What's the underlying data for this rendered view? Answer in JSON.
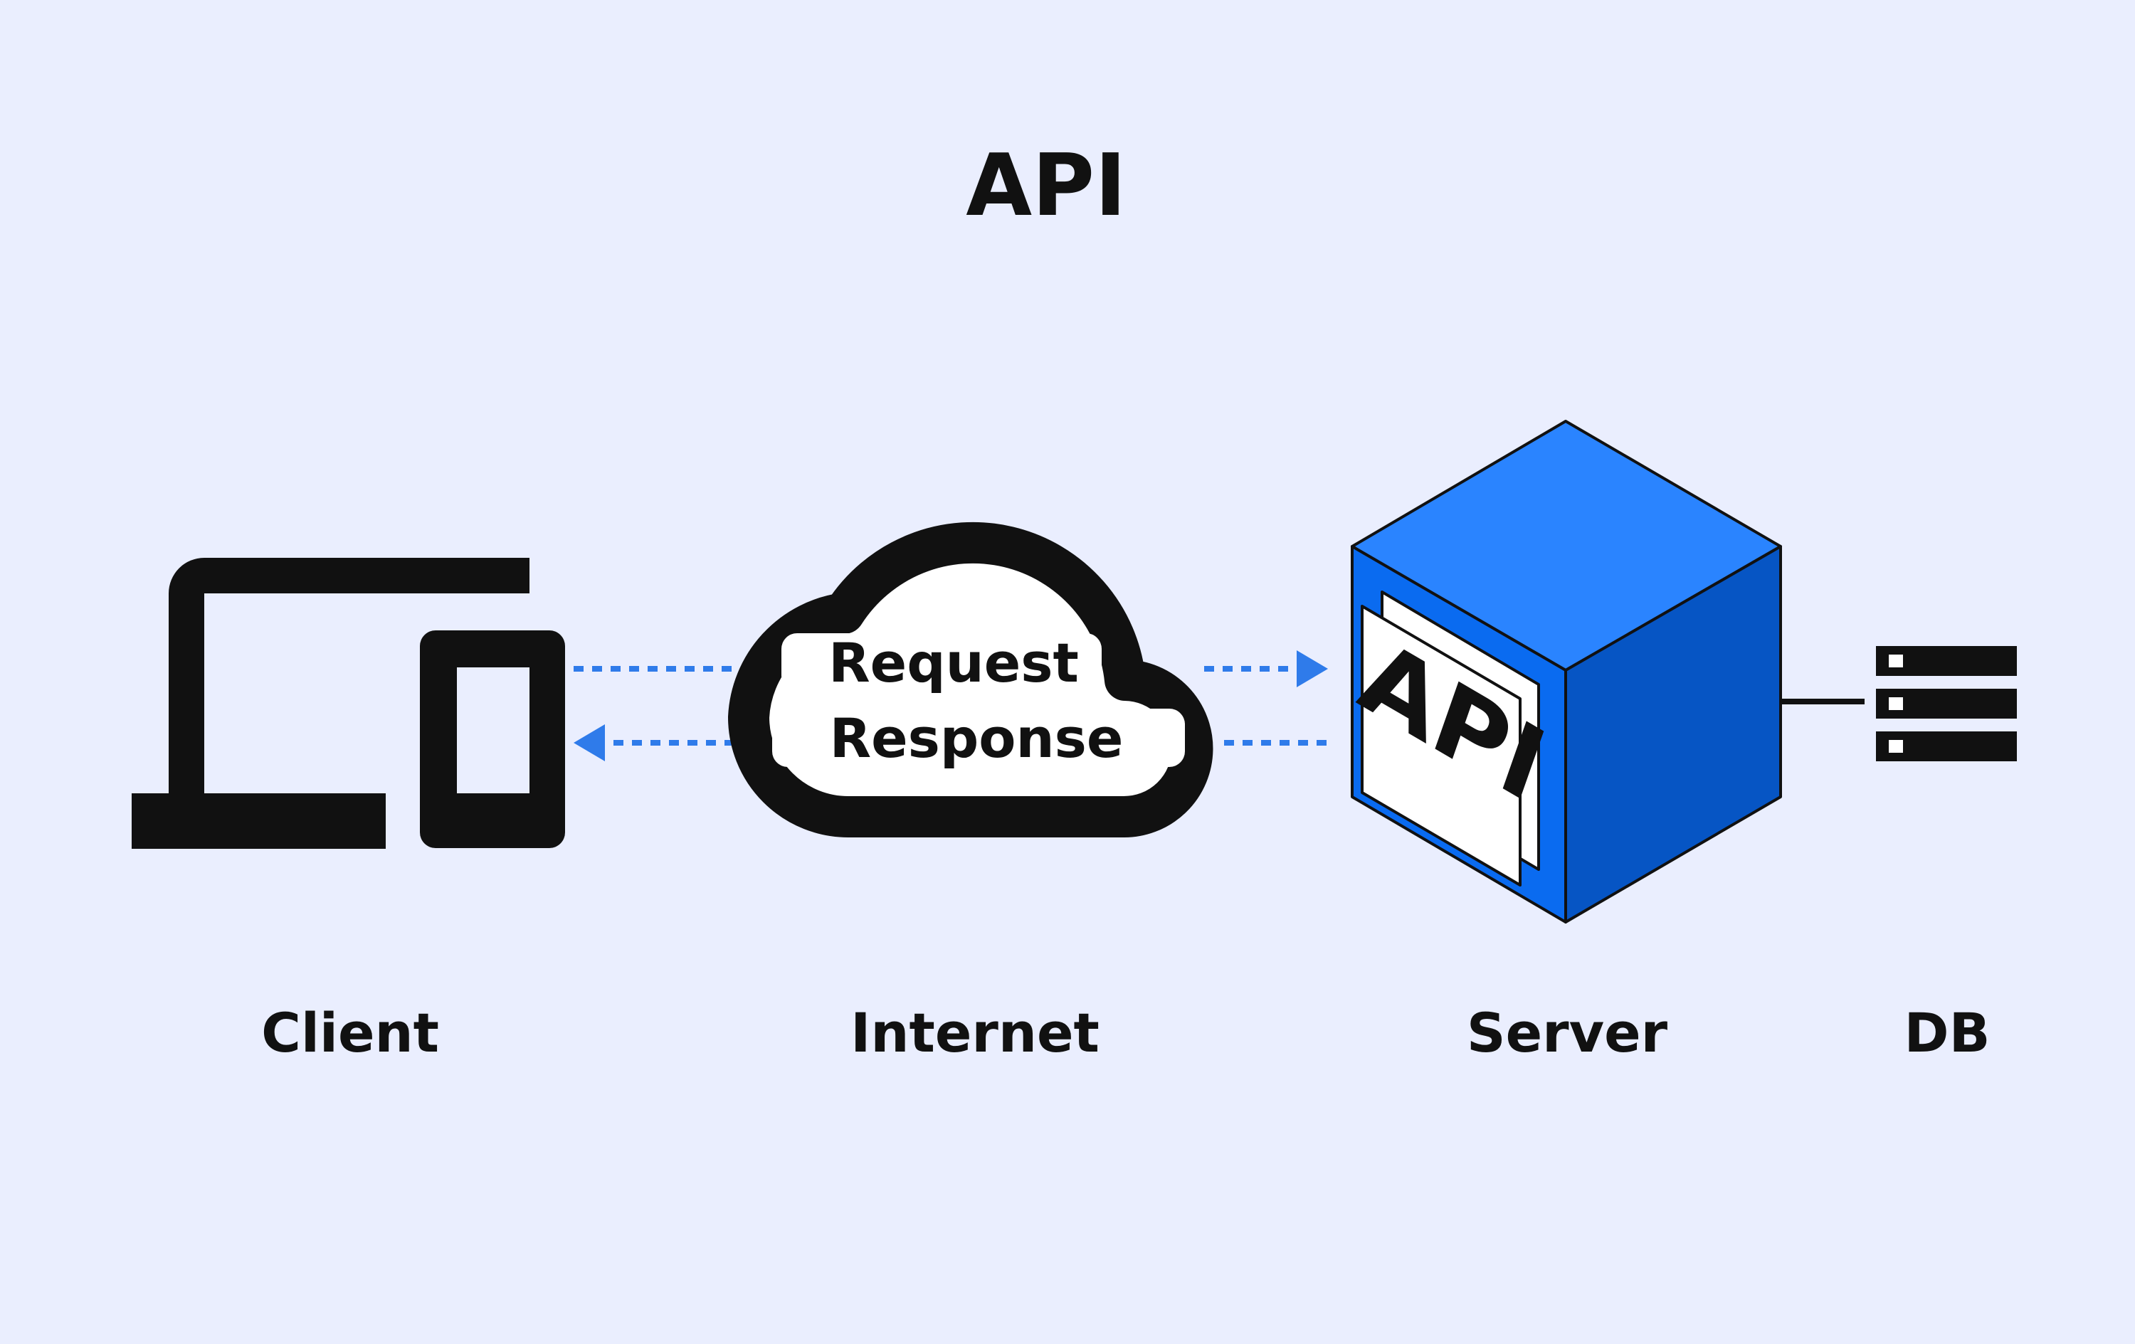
{
  "title": "API",
  "colors": {
    "background": "#EAEEFE",
    "ink": "#111111",
    "arrow": "#2F7BEA",
    "cube_top": "#2A84FF",
    "cube_front": "#0A6BF0",
    "cube_side": "#0655C4",
    "card": "#FFFFFF"
  },
  "internet": {
    "request_label": "Request",
    "response_label": "Response"
  },
  "server": {
    "card_text": "API"
  },
  "nodes": {
    "client_label": "Client",
    "internet_label": "Internet",
    "server_label": "Server",
    "db_label": "DB"
  },
  "icons": {
    "client": "laptop-and-phone-icon",
    "internet": "cloud-icon",
    "server": "server-cube-icon",
    "db": "database-stack-icon"
  }
}
